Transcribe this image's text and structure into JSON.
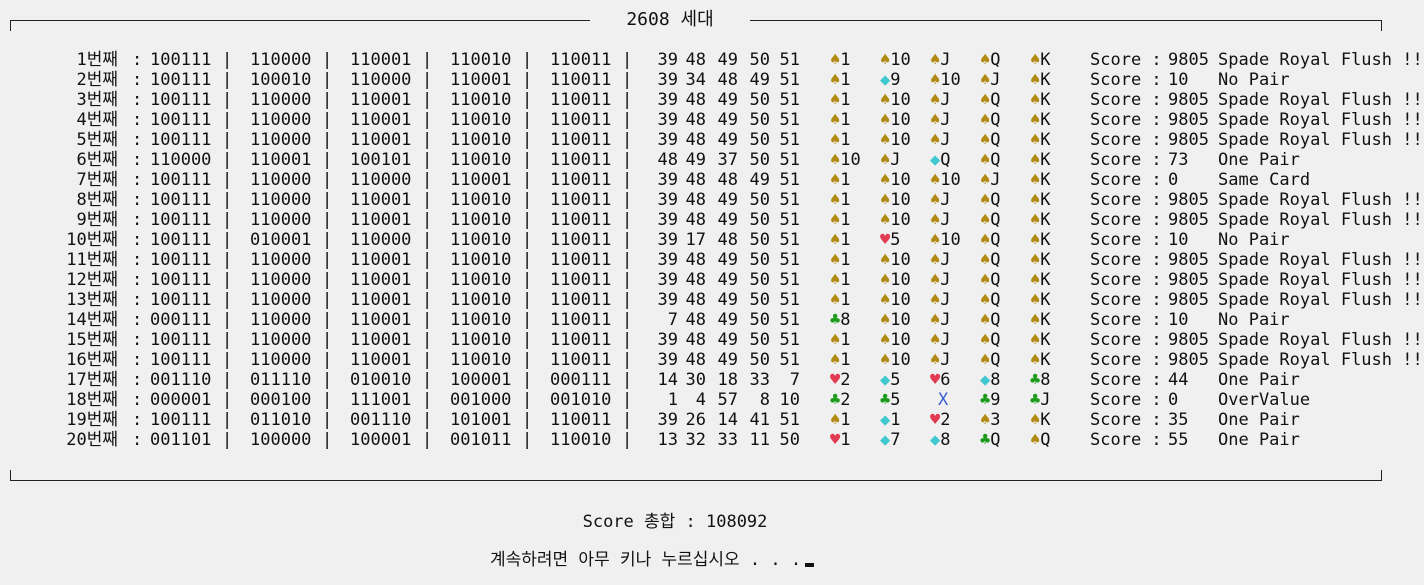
{
  "title": "2608 세대",
  "rows": [
    {
      "gen": "1번째",
      "bins": [
        "100111",
        "110000",
        "110001",
        "110010",
        "110011"
      ],
      "nums": [
        "39",
        "48",
        "49",
        "50",
        "51"
      ],
      "cards": [
        [
          "spade",
          "1"
        ],
        [
          "spade",
          "10"
        ],
        [
          "spade",
          "J"
        ],
        [
          "spade",
          "Q"
        ],
        [
          "spade",
          "K"
        ]
      ],
      "score_label": "Score :",
      "score": "9805",
      "hand": "Spade Royal Flush !!"
    },
    {
      "gen": "2번째",
      "bins": [
        "100111",
        "100010",
        "110000",
        "110001",
        "110011"
      ],
      "nums": [
        "39",
        "34",
        "48",
        "49",
        "51"
      ],
      "cards": [
        [
          "spade",
          "1"
        ],
        [
          "diamond",
          "9"
        ],
        [
          "spade",
          "10"
        ],
        [
          "spade",
          "J"
        ],
        [
          "spade",
          "K"
        ]
      ],
      "score_label": "Score :",
      "score": "10",
      "hand": "No Pair"
    },
    {
      "gen": "3번째",
      "bins": [
        "100111",
        "110000",
        "110001",
        "110010",
        "110011"
      ],
      "nums": [
        "39",
        "48",
        "49",
        "50",
        "51"
      ],
      "cards": [
        [
          "spade",
          "1"
        ],
        [
          "spade",
          "10"
        ],
        [
          "spade",
          "J"
        ],
        [
          "spade",
          "Q"
        ],
        [
          "spade",
          "K"
        ]
      ],
      "score_label": "Score :",
      "score": "9805",
      "hand": "Spade Royal Flush !!"
    },
    {
      "gen": "4번째",
      "bins": [
        "100111",
        "110000",
        "110001",
        "110010",
        "110011"
      ],
      "nums": [
        "39",
        "48",
        "49",
        "50",
        "51"
      ],
      "cards": [
        [
          "spade",
          "1"
        ],
        [
          "spade",
          "10"
        ],
        [
          "spade",
          "J"
        ],
        [
          "spade",
          "Q"
        ],
        [
          "spade",
          "K"
        ]
      ],
      "score_label": "Score :",
      "score": "9805",
      "hand": "Spade Royal Flush !!"
    },
    {
      "gen": "5번째",
      "bins": [
        "100111",
        "110000",
        "110001",
        "110010",
        "110011"
      ],
      "nums": [
        "39",
        "48",
        "49",
        "50",
        "51"
      ],
      "cards": [
        [
          "spade",
          "1"
        ],
        [
          "spade",
          "10"
        ],
        [
          "spade",
          "J"
        ],
        [
          "spade",
          "Q"
        ],
        [
          "spade",
          "K"
        ]
      ],
      "score_label": "Score :",
      "score": "9805",
      "hand": "Spade Royal Flush !!"
    },
    {
      "gen": "6번째",
      "bins": [
        "110000",
        "110001",
        "100101",
        "110010",
        "110011"
      ],
      "nums": [
        "48",
        "49",
        "37",
        "50",
        "51"
      ],
      "cards": [
        [
          "spade",
          "10"
        ],
        [
          "spade",
          "J"
        ],
        [
          "diamond",
          "Q"
        ],
        [
          "spade",
          "Q"
        ],
        [
          "spade",
          "K"
        ]
      ],
      "score_label": "Score :",
      "score": "73",
      "hand": "One Pair"
    },
    {
      "gen": "7번째",
      "bins": [
        "100111",
        "110000",
        "110000",
        "110001",
        "110011"
      ],
      "nums": [
        "39",
        "48",
        "48",
        "49",
        "51"
      ],
      "cards": [
        [
          "spade",
          "1"
        ],
        [
          "spade",
          "10"
        ],
        [
          "spade",
          "10"
        ],
        [
          "spade",
          "J"
        ],
        [
          "spade",
          "K"
        ]
      ],
      "score_label": "Score :",
      "score": "0",
      "hand": "Same Card"
    },
    {
      "gen": "8번째",
      "bins": [
        "100111",
        "110000",
        "110001",
        "110010",
        "110011"
      ],
      "nums": [
        "39",
        "48",
        "49",
        "50",
        "51"
      ],
      "cards": [
        [
          "spade",
          "1"
        ],
        [
          "spade",
          "10"
        ],
        [
          "spade",
          "J"
        ],
        [
          "spade",
          "Q"
        ],
        [
          "spade",
          "K"
        ]
      ],
      "score_label": "Score :",
      "score": "9805",
      "hand": "Spade Royal Flush !!"
    },
    {
      "gen": "9번째",
      "bins": [
        "100111",
        "110000",
        "110001",
        "110010",
        "110011"
      ],
      "nums": [
        "39",
        "48",
        "49",
        "50",
        "51"
      ],
      "cards": [
        [
          "spade",
          "1"
        ],
        [
          "spade",
          "10"
        ],
        [
          "spade",
          "J"
        ],
        [
          "spade",
          "Q"
        ],
        [
          "spade",
          "K"
        ]
      ],
      "score_label": "Score :",
      "score": "9805",
      "hand": "Spade Royal Flush !!"
    },
    {
      "gen": "10번째",
      "bins": [
        "100111",
        "010001",
        "110000",
        "110010",
        "110011"
      ],
      "nums": [
        "39",
        "17",
        "48",
        "50",
        "51"
      ],
      "cards": [
        [
          "spade",
          "1"
        ],
        [
          "heart",
          "5"
        ],
        [
          "spade",
          "10"
        ],
        [
          "spade",
          "Q"
        ],
        [
          "spade",
          "K"
        ]
      ],
      "score_label": "Score :",
      "score": "10",
      "hand": "No Pair"
    },
    {
      "gen": "11번째",
      "bins": [
        "100111",
        "110000",
        "110001",
        "110010",
        "110011"
      ],
      "nums": [
        "39",
        "48",
        "49",
        "50",
        "51"
      ],
      "cards": [
        [
          "spade",
          "1"
        ],
        [
          "spade",
          "10"
        ],
        [
          "spade",
          "J"
        ],
        [
          "spade",
          "Q"
        ],
        [
          "spade",
          "K"
        ]
      ],
      "score_label": "Score :",
      "score": "9805",
      "hand": "Spade Royal Flush !!"
    },
    {
      "gen": "12번째",
      "bins": [
        "100111",
        "110000",
        "110001",
        "110010",
        "110011"
      ],
      "nums": [
        "39",
        "48",
        "49",
        "50",
        "51"
      ],
      "cards": [
        [
          "spade",
          "1"
        ],
        [
          "spade",
          "10"
        ],
        [
          "spade",
          "J"
        ],
        [
          "spade",
          "Q"
        ],
        [
          "spade",
          "K"
        ]
      ],
      "score_label": "Score :",
      "score": "9805",
      "hand": "Spade Royal Flush !!"
    },
    {
      "gen": "13번째",
      "bins": [
        "100111",
        "110000",
        "110001",
        "110010",
        "110011"
      ],
      "nums": [
        "39",
        "48",
        "49",
        "50",
        "51"
      ],
      "cards": [
        [
          "spade",
          "1"
        ],
        [
          "spade",
          "10"
        ],
        [
          "spade",
          "J"
        ],
        [
          "spade",
          "Q"
        ],
        [
          "spade",
          "K"
        ]
      ],
      "score_label": "Score :",
      "score": "9805",
      "hand": "Spade Royal Flush !!"
    },
    {
      "gen": "14번째",
      "bins": [
        "000111",
        "110000",
        "110001",
        "110010",
        "110011"
      ],
      "nums": [
        "7",
        "48",
        "49",
        "50",
        "51"
      ],
      "cards": [
        [
          "club",
          "8"
        ],
        [
          "spade",
          "10"
        ],
        [
          "spade",
          "J"
        ],
        [
          "spade",
          "Q"
        ],
        [
          "spade",
          "K"
        ]
      ],
      "score_label": "Score :",
      "score": "10",
      "hand": "No Pair"
    },
    {
      "gen": "15번째",
      "bins": [
        "100111",
        "110000",
        "110001",
        "110010",
        "110011"
      ],
      "nums": [
        "39",
        "48",
        "49",
        "50",
        "51"
      ],
      "cards": [
        [
          "spade",
          "1"
        ],
        [
          "spade",
          "10"
        ],
        [
          "spade",
          "J"
        ],
        [
          "spade",
          "Q"
        ],
        [
          "spade",
          "K"
        ]
      ],
      "score_label": "Score :",
      "score": "9805",
      "hand": "Spade Royal Flush !!"
    },
    {
      "gen": "16번째",
      "bins": [
        "100111",
        "110000",
        "110001",
        "110010",
        "110011"
      ],
      "nums": [
        "39",
        "48",
        "49",
        "50",
        "51"
      ],
      "cards": [
        [
          "spade",
          "1"
        ],
        [
          "spade",
          "10"
        ],
        [
          "spade",
          "J"
        ],
        [
          "spade",
          "Q"
        ],
        [
          "spade",
          "K"
        ]
      ],
      "score_label": "Score :",
      "score": "9805",
      "hand": "Spade Royal Flush !!"
    },
    {
      "gen": "17번째",
      "bins": [
        "001110",
        "011110",
        "010010",
        "100001",
        "000111"
      ],
      "nums": [
        "14",
        "30",
        "18",
        "33",
        "7"
      ],
      "cards": [
        [
          "heart",
          "2"
        ],
        [
          "diamond",
          "5"
        ],
        [
          "heart",
          "6"
        ],
        [
          "diamond",
          "8"
        ],
        [
          "club",
          "8"
        ]
      ],
      "score_label": "Score :",
      "score": "44",
      "hand": "One Pair"
    },
    {
      "gen": "18번째",
      "bins": [
        "000001",
        "000100",
        "111001",
        "001000",
        "001010"
      ],
      "nums": [
        "1",
        "4",
        "57",
        "8",
        "10"
      ],
      "cards": [
        [
          "club",
          "2"
        ],
        [
          "club",
          "5"
        ],
        [
          "x",
          "X"
        ],
        [
          "club",
          "9"
        ],
        [
          "club",
          "J"
        ]
      ],
      "score_label": "Score :",
      "score": "0",
      "hand": "OverValue"
    },
    {
      "gen": "19번째",
      "bins": [
        "100111",
        "011010",
        "001110",
        "101001",
        "110011"
      ],
      "nums": [
        "39",
        "26",
        "14",
        "41",
        "51"
      ],
      "cards": [
        [
          "spade",
          "1"
        ],
        [
          "diamond",
          "1"
        ],
        [
          "heart",
          "2"
        ],
        [
          "spade",
          "3"
        ],
        [
          "spade",
          "K"
        ]
      ],
      "score_label": "Score :",
      "score": "35",
      "hand": "One Pair"
    },
    {
      "gen": "20번째",
      "bins": [
        "001101",
        "100000",
        "100001",
        "001011",
        "110010"
      ],
      "nums": [
        "13",
        "32",
        "33",
        "11",
        "50"
      ],
      "cards": [
        [
          "heart",
          "1"
        ],
        [
          "diamond",
          "7"
        ],
        [
          "diamond",
          "8"
        ],
        [
          "club",
          "Q"
        ],
        [
          "spade",
          "Q"
        ]
      ],
      "score_label": "Score :",
      "score": "55",
      "hand": "One Pair"
    }
  ],
  "suit_glyphs": {
    "spade": "♠",
    "heart": "♥",
    "diamond": "◆",
    "club": "♣",
    "x": ""
  },
  "suit_colors": {
    "spade": "#b08a12",
    "club": "#1c9a1c",
    "heart": "#e23a52",
    "diamond": "#40c8d0",
    "x": "#3a5fd0"
  },
  "total": "Score 총합 : 108092",
  "prompt": "계속하려면 아무 키나 누르십시오 . . ."
}
